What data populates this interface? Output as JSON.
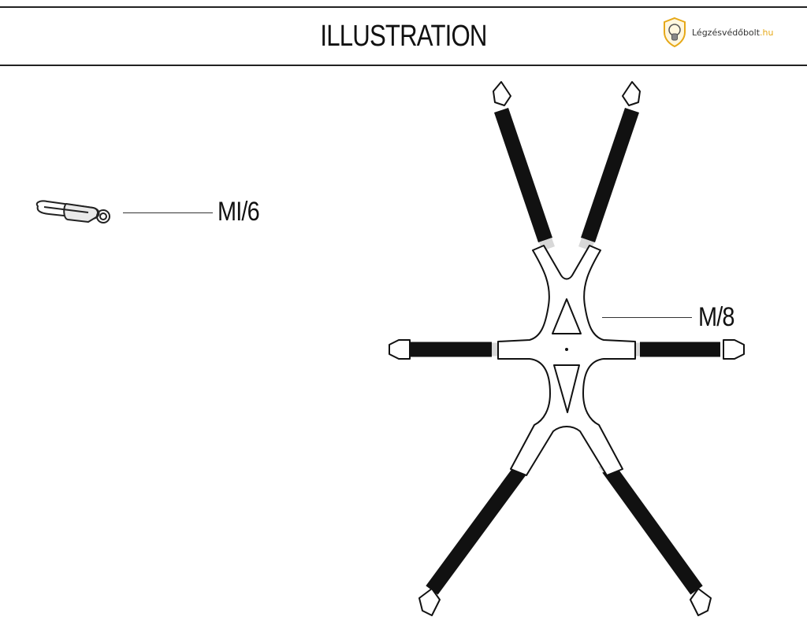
{
  "header": {
    "title": "ILLUSTRATION",
    "brand_name": "Légzésvédőbolt",
    "brand_tld": ".hu"
  },
  "parts": [
    {
      "code": "MI/6"
    },
    {
      "code": "M/8"
    }
  ],
  "colors": {
    "rule": "#222222",
    "strap": "#111111",
    "brand_accent": "#e6a817"
  },
  "icons": [
    "shield-mask-logo-icon",
    "buckle-pin-icon",
    "head-harness-icon"
  ]
}
